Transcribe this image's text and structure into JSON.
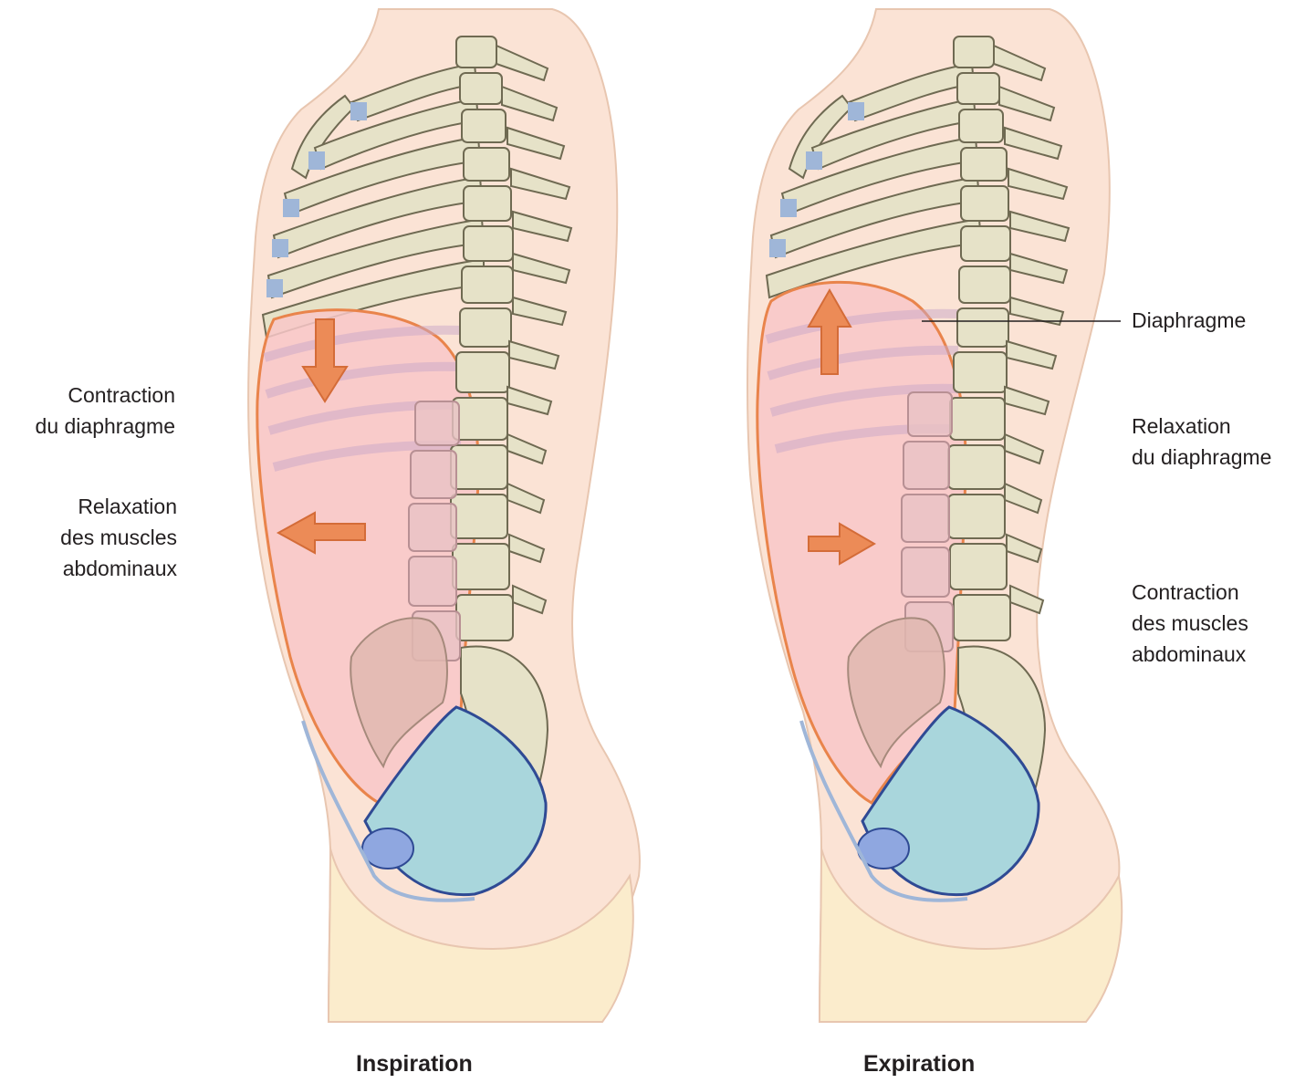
{
  "colors": {
    "skin_fill": "#fbe3d5",
    "skin_outline": "#e8c6b0",
    "pelvis_skin": "#fbeccc",
    "abdomen_fill": "#f8c7c8",
    "diaphragm_stroke": "#e9844b",
    "arrow_fill": "#ec8b57",
    "bone_fill": "#e6e2c8",
    "bone_outline": "#6f6a52",
    "cartilage": "#9fb6d8",
    "pelvic_floor": "#a9d6dc",
    "pelvic_floor_line": "#2f4a94",
    "text": "#231f20"
  },
  "panels": [
    {
      "caption": "Inspiration",
      "left_labels": [
        {
          "lines": [
            "Contraction",
            "du diaphragme"
          ]
        },
        {
          "lines": [
            "Relaxation",
            "des muscles",
            "abdominaux"
          ]
        }
      ],
      "arrows": [
        "down-arrow",
        "left-arrow"
      ]
    },
    {
      "caption": "Expiration",
      "callout": "Diaphragme",
      "right_labels": [
        {
          "lines": [
            "Relaxation",
            "du diaphragme"
          ]
        },
        {
          "lines": [
            "Contraction",
            "des muscles",
            "abdominaux"
          ]
        }
      ],
      "arrows": [
        "up-arrow",
        "right-arrow"
      ]
    }
  ]
}
